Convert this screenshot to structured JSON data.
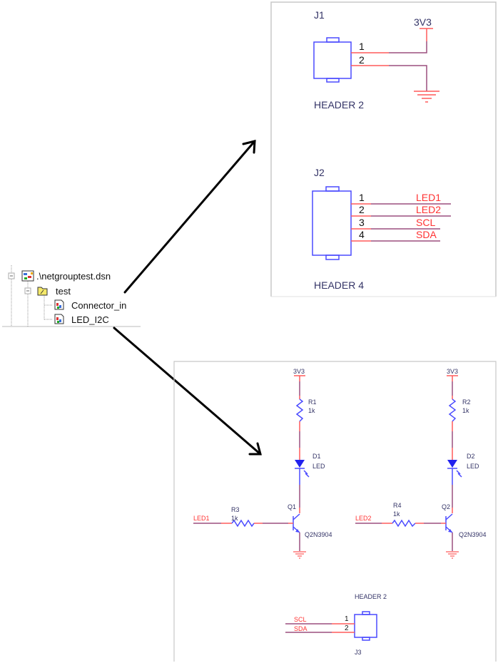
{
  "tree": {
    "root": ".\\netgrouptest.dsn",
    "folder": "test",
    "items": [
      "Connector_in",
      "LED_I2C"
    ]
  },
  "connector_sheet": {
    "j1": {
      "ref": "J1",
      "part": "HEADER 2",
      "pins": [
        "1",
        "2"
      ],
      "power": "3V3"
    },
    "j2": {
      "ref": "J2",
      "part": "HEADER 4",
      "pins": [
        "1",
        "2",
        "3",
        "4"
      ],
      "nets": [
        "LED1",
        "LED2",
        "SCL",
        "SDA"
      ]
    }
  },
  "led_sheet": {
    "left": {
      "power": "3V3",
      "r_top": "R1",
      "r_top_val": "1k",
      "led": "D1",
      "led_val": "LED",
      "q": "Q1",
      "q_val": "Q2N3904",
      "r_base": "R3",
      "r_base_val": "1k",
      "net": "LED1"
    },
    "right": {
      "power": "3V3",
      "r_top": "R2",
      "r_top_val": "1k",
      "led": "D2",
      "led_val": "LED",
      "q": "Q2",
      "q_val": "Q2N3904",
      "r_base": "R4",
      "r_base_val": "1k",
      "net": "LED2"
    },
    "j3": {
      "ref": "J3",
      "part": "HEADER 2",
      "pins": [
        "1",
        "2"
      ],
      "nets": [
        "SCL",
        "SDA"
      ]
    }
  },
  "colors": {
    "wire": "#ff5a5a",
    "wire_segment": "#9b4f7f",
    "part": "#4a4aff",
    "net_label": "#ff3333"
  }
}
